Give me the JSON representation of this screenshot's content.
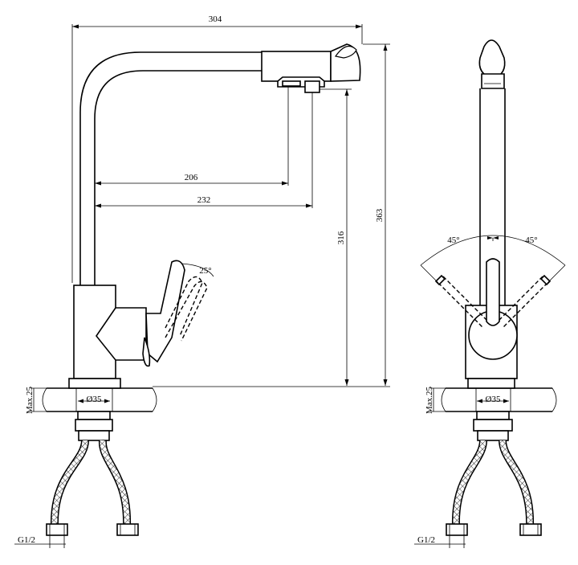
{
  "dimensions": {
    "overall_reach": "304",
    "spout_reach_inner": "206",
    "spout_reach_outer": "232",
    "spout_height": "316",
    "overall_height": "363",
    "front_left_angle": "45°",
    "front_right_angle": "45°",
    "side_handle_angle": "25°",
    "side_hole_diameter": "Ø35",
    "front_hole_diameter": "Ø35",
    "side_max_thickness": "Max.25",
    "front_max_thickness": "Max.25",
    "side_thread": "G1/2",
    "front_thread": "G1/2"
  }
}
